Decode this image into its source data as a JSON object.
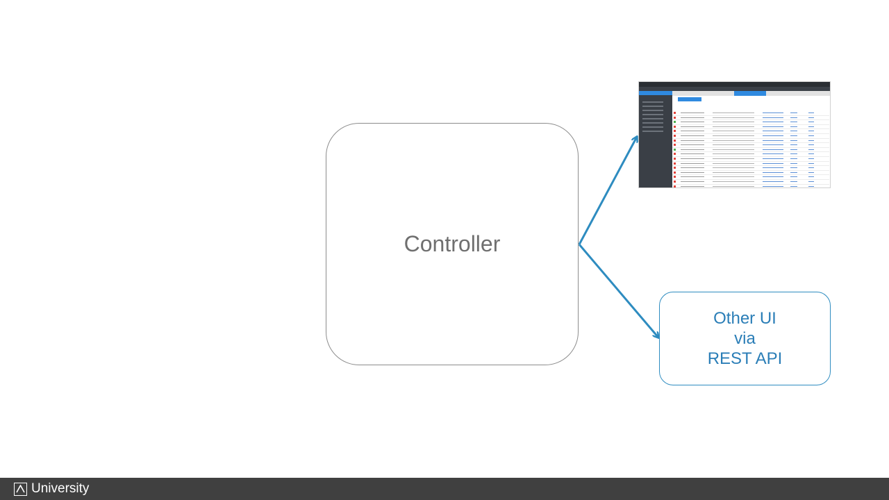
{
  "diagram": {
    "center_node": {
      "label": "Controller"
    },
    "target_node": {
      "lines": [
        "Other UI",
        "via",
        "REST API"
      ]
    },
    "screenshot_node": {
      "description_icon": "dashboard-screenshot"
    },
    "colors": {
      "arrow": "#2e8cc0",
      "target_text": "#2b7eb7",
      "controller_border": "#8c8c8c",
      "controller_text": "#6f6f6f",
      "footer_bg": "#404040"
    }
  },
  "footer": {
    "brand": "University",
    "logo_icon": "logo-a-icon"
  }
}
